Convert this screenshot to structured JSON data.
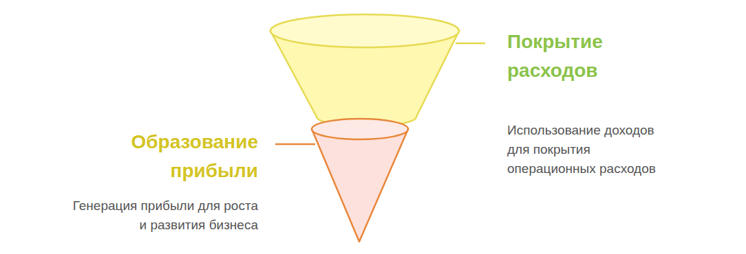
{
  "diagram": {
    "nodes": [
      {
        "text": [
          "Покрытие расходов",
          "Использование доходов для покрытия операционных расходов"
        ]
      },
      {
        "text": [
          "Образование прибыли",
          "Генерация прибыли для роста и развития бизнеса"
        ]
      }
    ]
  }
}
